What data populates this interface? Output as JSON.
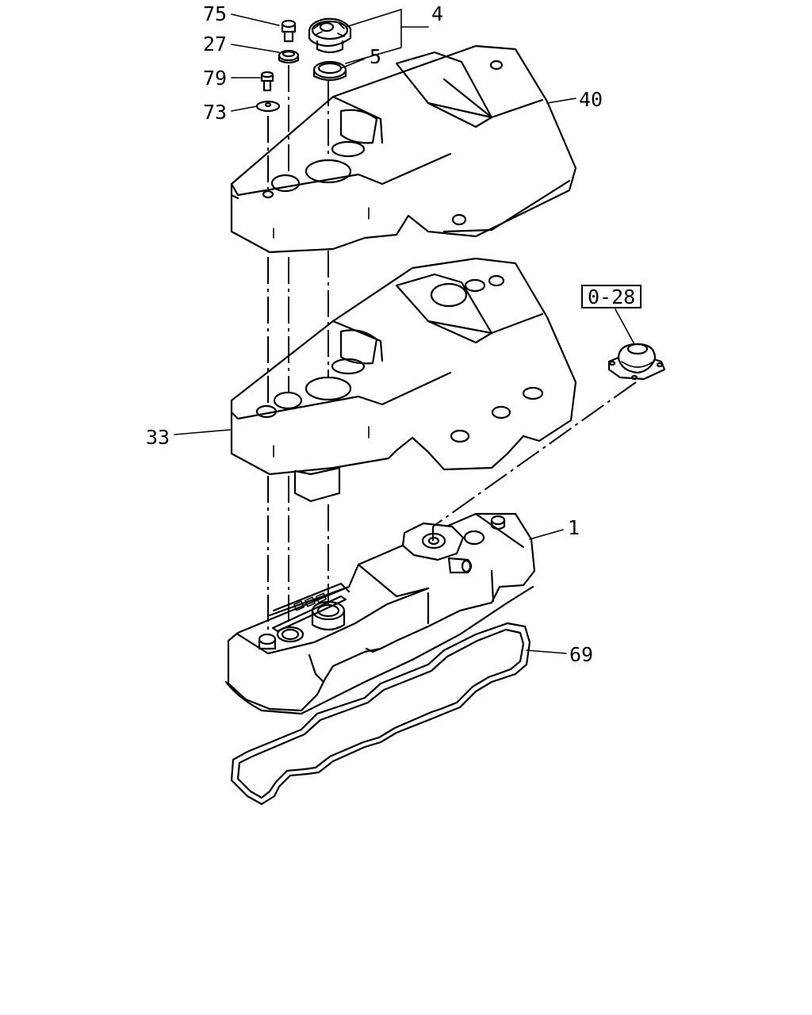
{
  "callouts": {
    "p75": "75",
    "p27": "27",
    "p79": "79",
    "p73": "73",
    "p4": "4",
    "p5": "5",
    "p40": "40",
    "ref": "0-28",
    "p33": "33",
    "p1": "1",
    "p69": "69"
  }
}
